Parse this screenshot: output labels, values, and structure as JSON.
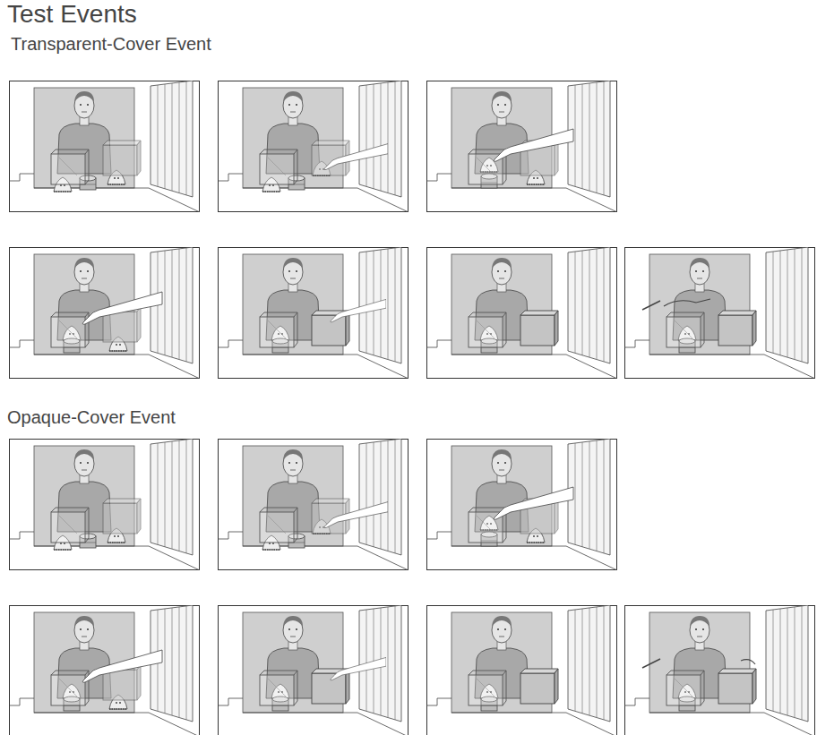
{
  "diagram": {
    "title": "Test Events",
    "labels": [
      "Transparent-Cover Event",
      "Opaque-Cover Event"
    ]
  }
}
